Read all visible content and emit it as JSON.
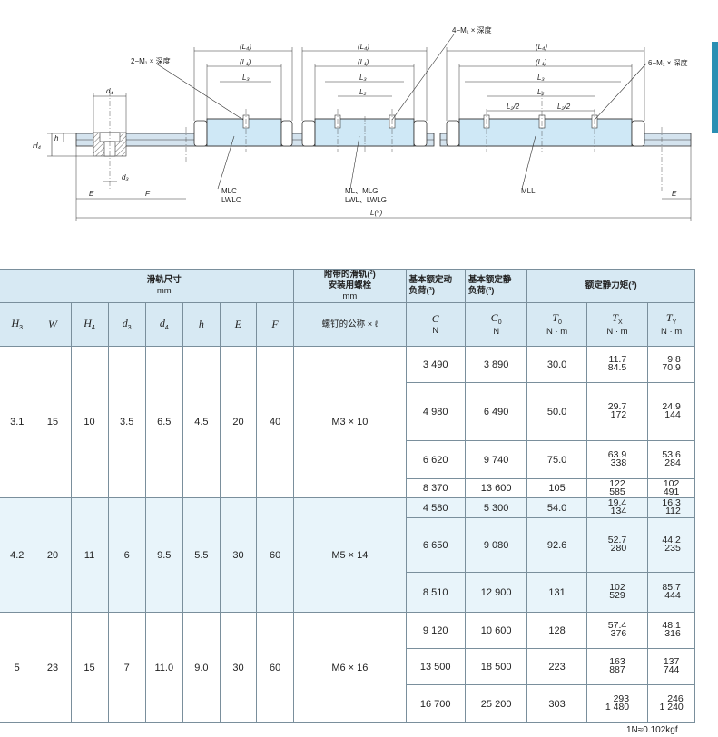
{
  "drawing": {
    "labels": {
      "holes_2": "2−M₁ × 深度",
      "holes_4": "4−M₁ × 深度",
      "holes_6": "6−M₁ × 深度",
      "L4": "(L₄)",
      "L1": "(L₁)",
      "L3": "L₃",
      "L2": "L₂",
      "L2half": "L₂/2",
      "d4": "d₄",
      "d3": "d₃",
      "H4": "H₄",
      "h": "h",
      "E": "E",
      "F": "F",
      "L": "L(⁴)",
      "mlc": "MLC",
      "lwlc": "LWLC",
      "ml_mlg": "ML、MLG",
      "lwl_lwlg": "LWL、LWLG",
      "mll": "MLL"
    }
  },
  "table": {
    "headers": {
      "rail_dims": "滑轨尺寸",
      "rail_unit": "mm",
      "bolt_title_1": "附带的滑轨(²)",
      "bolt_title_2": "安装用螺栓",
      "bolt_unit": "mm",
      "bolt_sub": "螺钉的公称 × ℓ",
      "dyn_1": "基本额定动",
      "dyn_2": "负荷(³)",
      "sta_1": "基本额定静",
      "sta_2": "负荷(³)",
      "moment": "额定静力矩(³)",
      "cols": {
        "H3": "H",
        "H3sub": "3",
        "W": "W",
        "H4": "H",
        "H4sub": "4",
        "d3": "d",
        "d3sub": "3",
        "d4": "d",
        "d4sub": "4",
        "h": "h",
        "E": "E",
        "F": "F",
        "C": "C",
        "C0": "C",
        "C0sub": "0",
        "T0": "T",
        "T0sub": "0",
        "TX": "T",
        "TXsub": "X",
        "TY": "T",
        "TYsub": "Y"
      },
      "units": {
        "C": "N",
        "C0": "N",
        "T0": "N · m",
        "TX": "N · m",
        "TY": "N · m"
      }
    },
    "groups": [
      {
        "H3": "3.1",
        "W": "15",
        "H4": "10",
        "d3": "3.5",
        "d4": "6.5",
        "h": "4.5",
        "E": "20",
        "F": "40",
        "bolt": "M3 × 10",
        "rows": [
          {
            "C": "3 490",
            "C0": "3 890",
            "T0": "30.0",
            "TX1": "11.7",
            "TX2": "84.5",
            "TY1": "9.8",
            "TY2": "70.9"
          },
          {
            "C": "4 980",
            "C0": "6 490",
            "T0": "50.0",
            "TX1": "29.7",
            "TX2": "172",
            "TY1": "24.9",
            "TY2": "144"
          },
          {
            "C": "6 620",
            "C0": "9 740",
            "T0": "75.0",
            "TX1": "63.9",
            "TX2": "338",
            "TY1": "53.6",
            "TY2": "284"
          },
          {
            "C": "8 370",
            "C0": "13 600",
            "T0": "105",
            "TX1": "122",
            "TX2": "585",
            "TY1": "102",
            "TY2": "491"
          }
        ]
      },
      {
        "H3": "4.2",
        "W": "20",
        "H4": "11",
        "d3": "6",
        "d4": "9.5",
        "h": "5.5",
        "E": "30",
        "F": "60",
        "bolt": "M5 × 14",
        "rows": [
          {
            "C": "4 580",
            "C0": "5 300",
            "T0": "54.0",
            "TX1": "19.4",
            "TX2": "134",
            "TY1": "16.3",
            "TY2": "112"
          },
          {
            "C": "6 650",
            "C0": "9 080",
            "T0": "92.6",
            "TX1": "52.7",
            "TX2": "280",
            "TY1": "44.2",
            "TY2": "235"
          },
          {
            "C": "8 510",
            "C0": "12 900",
            "T0": "131",
            "TX1": "102",
            "TX2": "529",
            "TY1": "85.7",
            "TY2": "444"
          }
        ]
      },
      {
        "H3": "5",
        "W": "23",
        "H4": "15",
        "d3": "7",
        "d4": "11.0",
        "h": "9.0",
        "E": "30",
        "F": "60",
        "bolt": "M6 × 16",
        "rows": [
          {
            "C": "9 120",
            "C0": "10 600",
            "T0": "128",
            "TX1": "57.4",
            "TX2": "376",
            "TY1": "48.1",
            "TY2": "316"
          },
          {
            "C": "13 500",
            "C0": "18 500",
            "T0": "223",
            "TX1": "163",
            "TX2": "887",
            "TY1": "137",
            "TY2": "744"
          },
          {
            "C": "16 700",
            "C0": "25 200",
            "T0": "303",
            "TX1": "293",
            "TX2": "1 480",
            "TY1": "246",
            "TY2": "1 240"
          }
        ]
      }
    ]
  },
  "footnote": "1N≈0.102kgf",
  "colors": {
    "header_bg": "#d7e9f3",
    "band_bg": "#e8f4fa",
    "slider_fill": "#cfe8f6",
    "edge_tab": "#2a8fb3"
  }
}
